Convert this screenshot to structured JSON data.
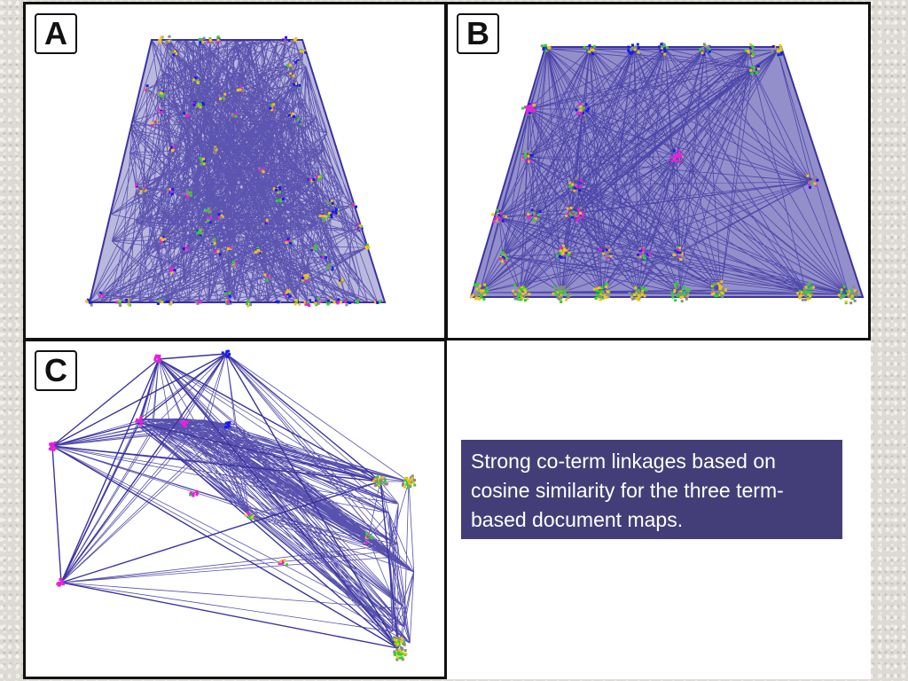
{
  "panels": [
    {
      "label": "A"
    },
    {
      "label": "B"
    },
    {
      "label": "C"
    }
  ],
  "caption": {
    "text": "Strong co-term linkages based on cosine similarity for the three term-based document maps."
  },
  "colors": {
    "edge": "#3b33a0",
    "node_gray": "#8a8a8a",
    "node_yellow": "#f2c21b",
    "node_green": "#2fd22f",
    "node_magenta": "#e025d8",
    "node_blue": "#1a1aee",
    "caption_bg": "#443e78",
    "caption_text": "#ffffff"
  }
}
